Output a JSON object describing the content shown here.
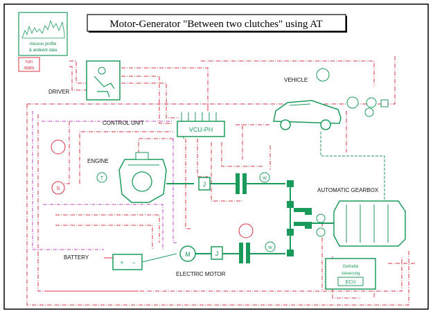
{
  "title": "Motor-Generator \"Between two clutches\" using AT",
  "labels": {
    "mission": "mission profile",
    "ambient": "& ambient data",
    "run": "run",
    "stats": "stats",
    "driver": "DRIVER",
    "vehicle": "VEHICLE",
    "control_unit": "CONTROL UNIT",
    "vcu": "VCU-PH",
    "engine": "ENGINE",
    "gearbox": "AUTOMATIC GEARBOX",
    "battery": "BATTERY",
    "electric_motor": "ELECTRIC MOTOR",
    "ecu_line1": "Getriebe",
    "ecu_line2": "steuerung",
    "ecu_line3": "ECU",
    "motor_m": "M",
    "gen_t": "T",
    "gen_s": "S",
    "j1": "J",
    "j2": "J",
    "w1": "W",
    "w2": "W",
    "batt_plus": "+",
    "batt_minus": "−"
  },
  "colors": {
    "green": "#1a9a5a",
    "red": "#d83040",
    "magenta": "#c040c0",
    "frame": "#000000"
  }
}
